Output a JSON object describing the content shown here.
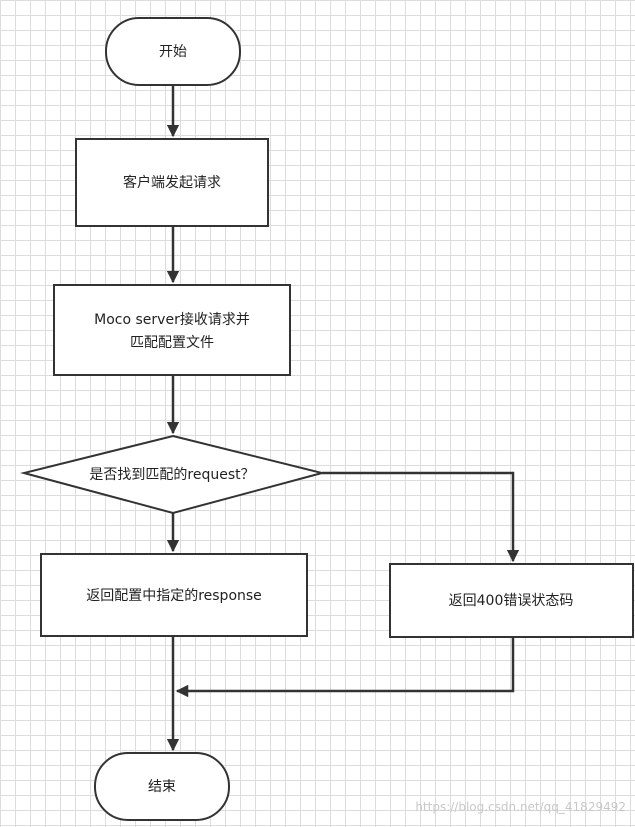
{
  "nodes": {
    "start": "开始",
    "client_request": "客户端发起请求",
    "server_receive_line1": "Moco server接收请求并",
    "server_receive_line2": "匹配配置文件",
    "decision": "是否找到匹配的request？",
    "return_response": "返回配置中指定的response",
    "return_error": "返回400错误状态码",
    "end": "结束"
  },
  "watermark": "https://blog.csdn.net/qq_41829492",
  "colors": {
    "stroke": "#333333",
    "fill": "#ffffff",
    "text": "#222222"
  }
}
